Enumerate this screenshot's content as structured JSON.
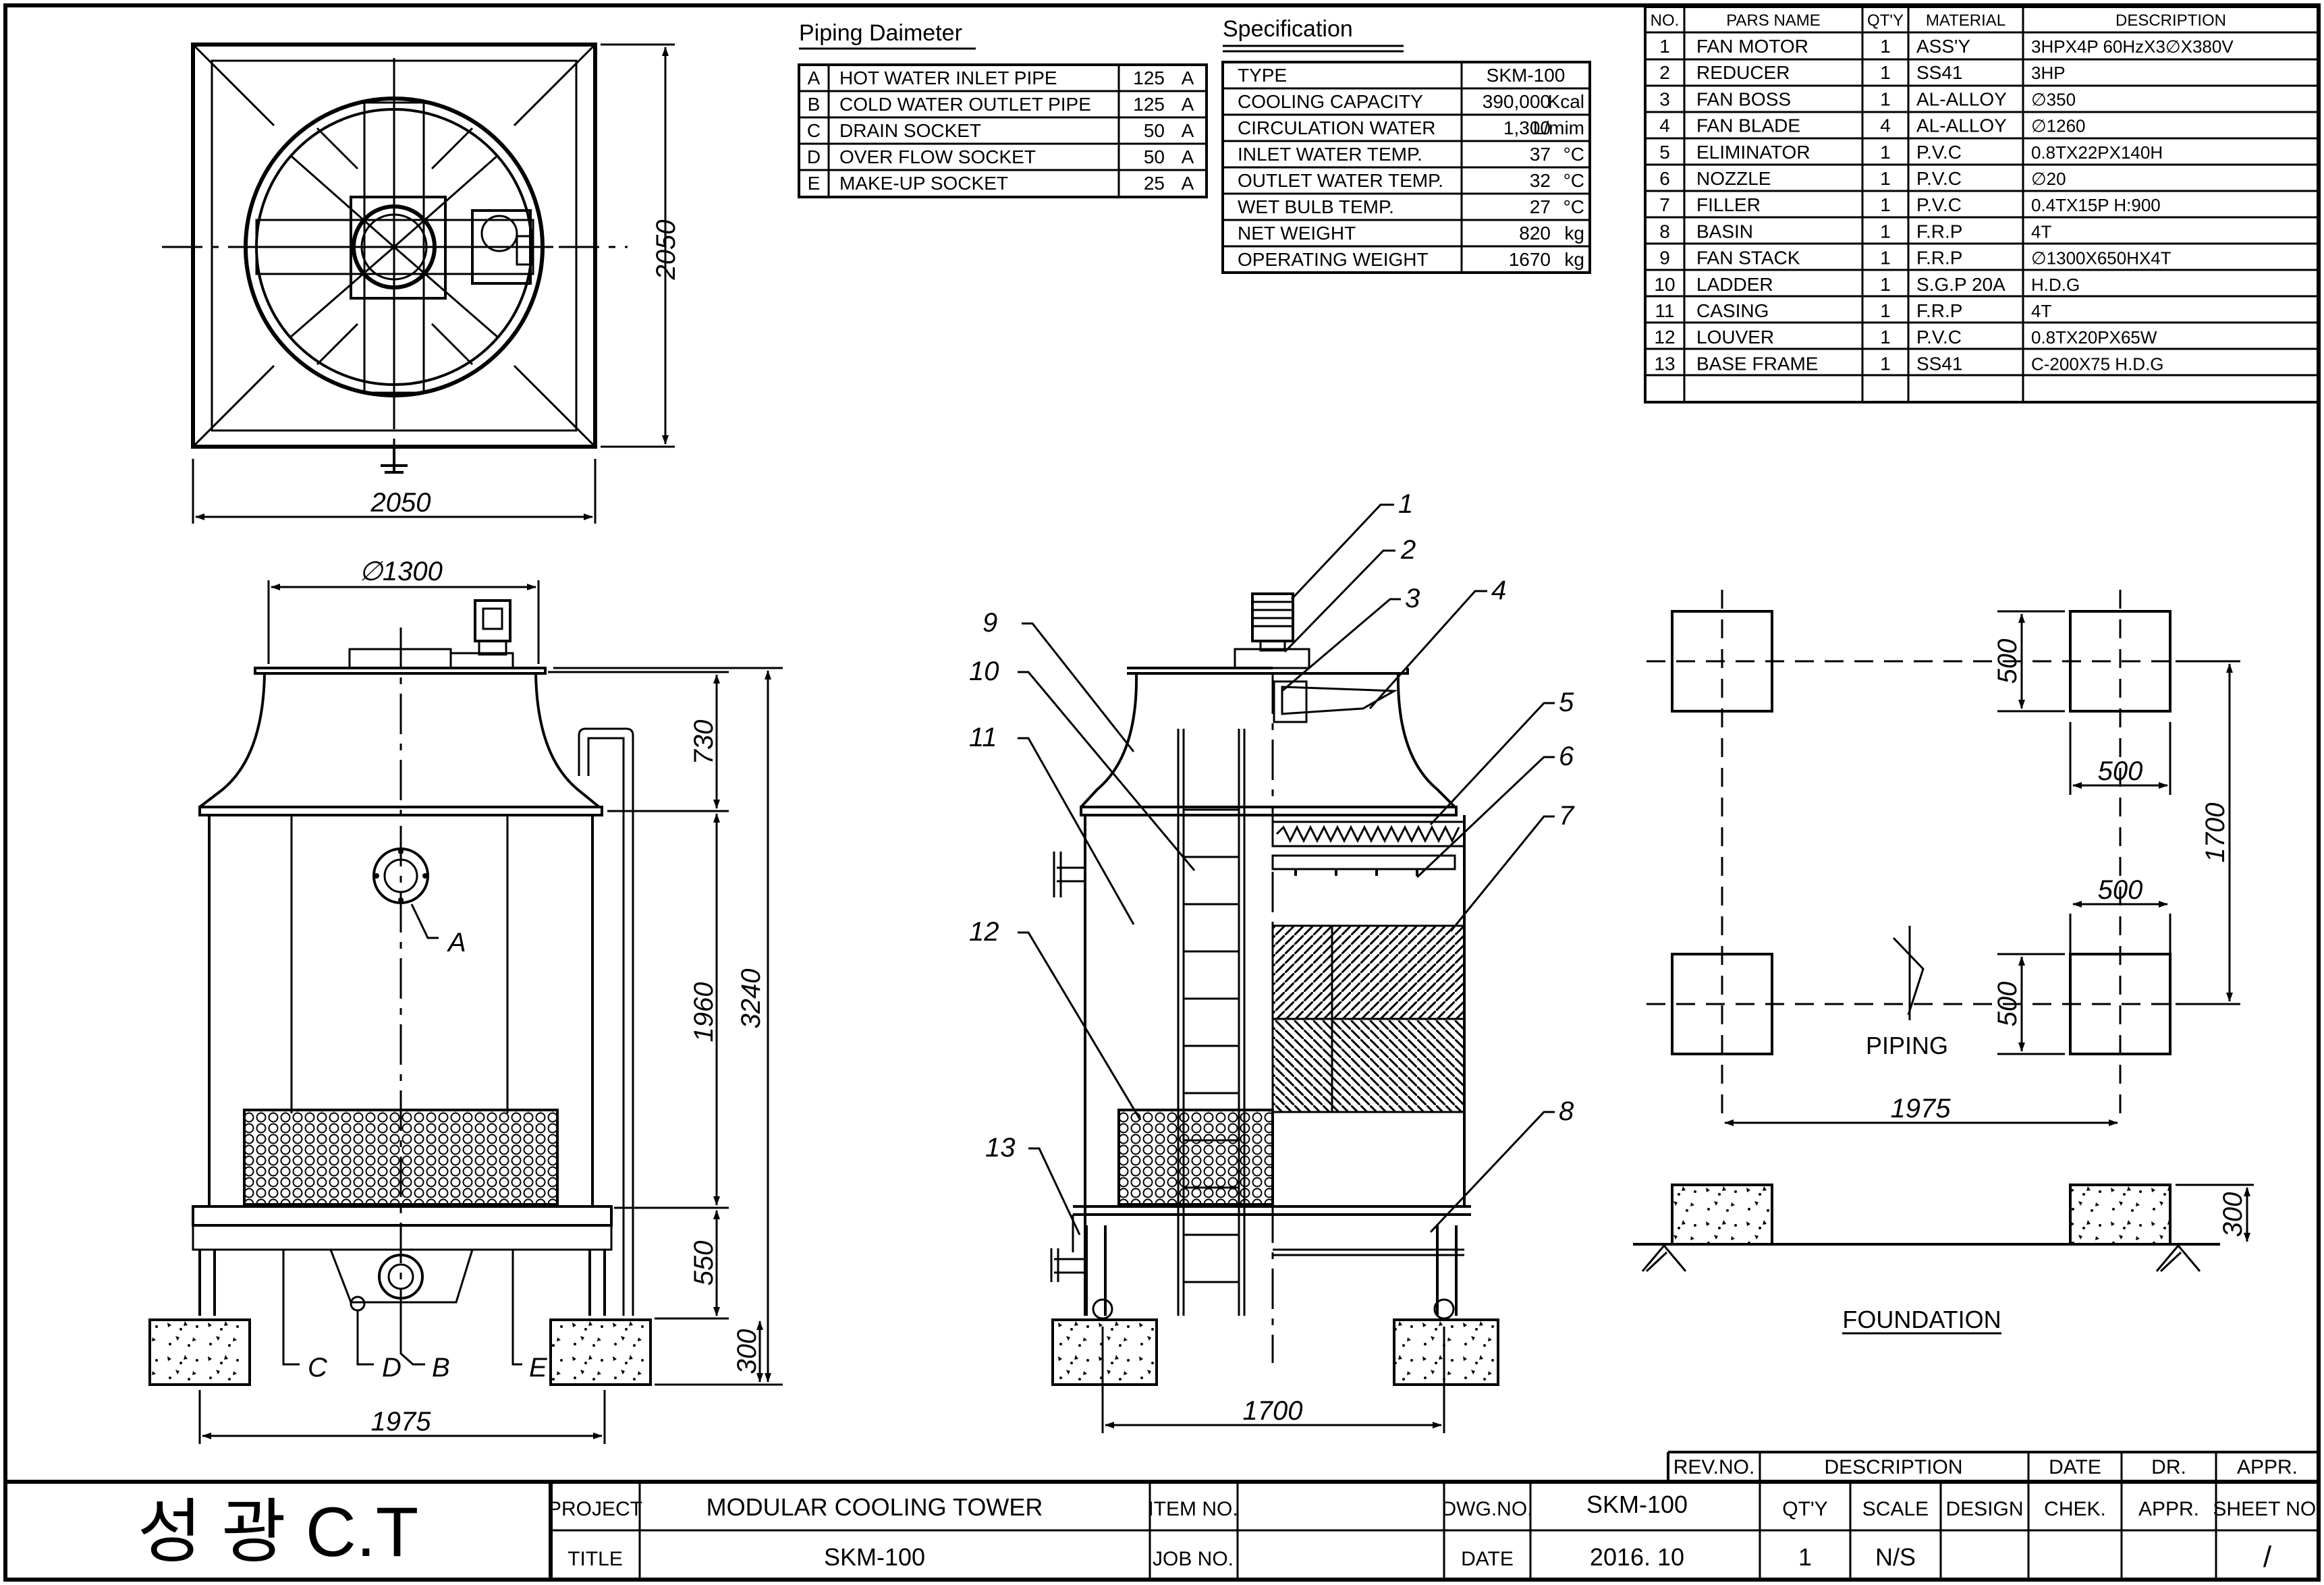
{
  "piping": {
    "title": "Piping Daimeter",
    "rows": [
      {
        "code": "A",
        "name": "HOT WATER INLET PIPE",
        "size": "125",
        "unit": "A"
      },
      {
        "code": "B",
        "name": "COLD WATER OUTLET PIPE",
        "size": "125",
        "unit": "A"
      },
      {
        "code": "C",
        "name": "DRAIN SOCKET",
        "size": "50",
        "unit": "A"
      },
      {
        "code": "D",
        "name": "OVER FLOW SOCKET",
        "size": "50",
        "unit": "A"
      },
      {
        "code": "E",
        "name": "MAKE-UP SOCKET",
        "size": "25",
        "unit": "A"
      }
    ]
  },
  "spec": {
    "title": "Specification",
    "rows": [
      {
        "label": "TYPE",
        "value": "SKM-100",
        "unit": ""
      },
      {
        "label": "COOLING CAPACITY",
        "value": "390,000",
        "unit": "Kcal"
      },
      {
        "label": "CIRCULATION WATER",
        "value": "1,300",
        "unit": "L/mim"
      },
      {
        "label": "INLET WATER TEMP.",
        "value": "37",
        "unit": "°C"
      },
      {
        "label": "OUTLET WATER TEMP.",
        "value": "32",
        "unit": "°C"
      },
      {
        "label": "WET BULB TEMP.",
        "value": "27",
        "unit": "°C"
      },
      {
        "label": "NET WEIGHT",
        "value": "820",
        "unit": "kg"
      },
      {
        "label": "OPERATING WEIGHT",
        "value": "1670",
        "unit": "kg"
      }
    ]
  },
  "parts": {
    "headers": {
      "no": "NO.",
      "name": "PARS NAME",
      "qty": "QT'Y",
      "material": "MATERIAL",
      "desc": "DESCRIPTION"
    },
    "rows": [
      {
        "no": "1",
        "name": "FAN MOTOR",
        "qty": "1",
        "material": "ASS'Y",
        "desc": "3HPX4P  60HzX3∅X380V"
      },
      {
        "no": "2",
        "name": "REDUCER",
        "qty": "1",
        "material": "SS41",
        "desc": "3HP"
      },
      {
        "no": "3",
        "name": "FAN BOSS",
        "qty": "1",
        "material": "AL-ALLOY",
        "desc": "∅350"
      },
      {
        "no": "4",
        "name": "FAN BLADE",
        "qty": "4",
        "material": "AL-ALLOY",
        "desc": "∅1260"
      },
      {
        "no": "5",
        "name": "ELIMINATOR",
        "qty": "1",
        "material": "P.V.C",
        "desc": "0.8TX22PX140H"
      },
      {
        "no": "6",
        "name": "NOZZLE",
        "qty": "1",
        "material": "P.V.C",
        "desc": "∅20"
      },
      {
        "no": "7",
        "name": "FILLER",
        "qty": "1",
        "material": "P.V.C",
        "desc": "0.4TX15P H:900"
      },
      {
        "no": "8",
        "name": "BASIN",
        "qty": "1",
        "material": "F.R.P",
        "desc": "4T"
      },
      {
        "no": "9",
        "name": "FAN STACK",
        "qty": "1",
        "material": "F.R.P",
        "desc": "∅1300X650HX4T"
      },
      {
        "no": "10",
        "name": "LADDER",
        "qty": "1",
        "material": "S.G.P 20A",
        "desc": " H.D.G"
      },
      {
        "no": "11",
        "name": "CASING",
        "qty": "1",
        "material": "F.R.P",
        "desc": "4T"
      },
      {
        "no": "12",
        "name": "LOUVER",
        "qty": "1",
        "material": "P.V.C",
        "desc": "0.8TX20PX65W"
      },
      {
        "no": "13",
        "name": "BASE FRAME",
        "qty": "1",
        "material": "SS41",
        "desc": "C-200X75       H.D.G"
      }
    ]
  },
  "dims": {
    "top_width": "2050",
    "top_height": "2050",
    "stack_dia": "∅1300",
    "h730": "730",
    "h1960": "1960",
    "h550": "550",
    "h300": "300",
    "h3240": "3240",
    "front_width": "1975",
    "side_width": "1700",
    "f500a": "500",
    "f500b": "500",
    "f500c": "500",
    "f500d": "500",
    "f1700": "1700",
    "f1975": "1975",
    "f300": "300"
  },
  "labels": {
    "A": "A",
    "B": "B",
    "C": "C",
    "D": "D",
    "E": "E",
    "piping": "PIPING",
    "foundation": "FOUNDATION",
    "callouts": [
      "1",
      "2",
      "3",
      "4",
      "5",
      "6",
      "7",
      "8",
      "9",
      "10",
      "11",
      "12",
      "13"
    ]
  },
  "title_block": {
    "logo": "성 광 C.T",
    "project_label": "PROJECT",
    "project": "MODULAR COOLING TOWER",
    "title_label": "TITLE",
    "title": "SKM-100",
    "item_label": "ITEM NO.",
    "job_label": "JOB NO.",
    "dwg_label": "DWG.NO.",
    "dwg": "SKM-100",
    "date_label": "DATE",
    "date": "2016. 10",
    "qty_label": "QT'Y",
    "qty": "1",
    "scale_label": "SCALE",
    "scale": "N/S",
    "design": "DESIGN",
    "chek": "CHEK.",
    "appr": "APPR.",
    "sheet": "SHEET NO.",
    "sheet_value": "/",
    "rev": {
      "no": "REV.NO.",
      "desc": "DESCRIPTION",
      "date": "DATE",
      "dr": "DR.",
      "appr": "APPR."
    }
  }
}
